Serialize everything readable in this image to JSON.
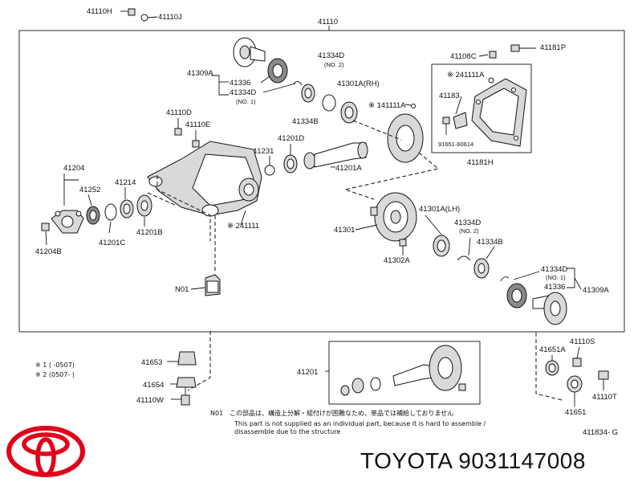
{
  "labels": {
    "l41110H": "41110H",
    "l41110J": "41110J",
    "l41110": "41110",
    "l41309A_top": "41309A",
    "l41336_top": "41336",
    "l41334D_no1_top": "41334D",
    "no1_top": "(NO. 1)",
    "l41334D_no2_top": "41334D",
    "no2_top": "(NO. 2)",
    "l41334B_top": "41334B",
    "l41301A_rh": "41301A(RH)",
    "l141111A": "※ 141111A",
    "l41108C": "41108C",
    "l41181P": "41181P",
    "l241111A": "※ 241111A",
    "l41183": "41183",
    "l91651": "91651-60614",
    "l41181H": "41181H",
    "l41110D": "41110D",
    "l41110E": "41110E",
    "l41231": "41231",
    "l41201D": "41201D",
    "l41201A": "41201A",
    "l41204": "41204",
    "l41252": "41252",
    "l41214": "41214",
    "l41201C": "41201C",
    "l41201B": "41201B",
    "l41204B": "41204B",
    "l241111": "※ 241111",
    "l41301": "41301",
    "l41301A_lh": "41301A(LH)",
    "l41334D_no2_bot": "41334D",
    "no2_bot": "(NO. 2)",
    "l41334B_bot": "41334B",
    "l41302A": "41302A",
    "lN01": "N01",
    "l41334D_no1_bot": "41334D",
    "no1_bot": "(NO. 1)",
    "l41336_bot": "41336",
    "l41309A_bot": "41309A",
    "l41653": "41653",
    "l41654": "41654",
    "l41110W": "41110W",
    "l41201": "41201",
    "l41651A": "41651A",
    "l41110S": "41110S",
    "l41110T": "41110T",
    "l41651": "41651",
    "l411834": "411834- G"
  },
  "notes": {
    "range1": "※ 1 (       -0507)",
    "range2": "※ 2 (0507-      )",
    "n01_prefix": "N01",
    "n01_jp": "この部品は、構造上分解・組付けが困難なため、単品では補給しておりません",
    "n01_en1": "This part is not supplied as an individual part, because it is hard to assemble /",
    "n01_en2": "disassemble due to the structure"
  },
  "brand": {
    "caption": "TOYOTA 9031147008",
    "logo": "toyota-emblem",
    "logo_color": "#e1001a"
  },
  "colors": {
    "line": "#111111",
    "part_fill": "#ffffff",
    "part_shade": "#d9d9d9"
  }
}
